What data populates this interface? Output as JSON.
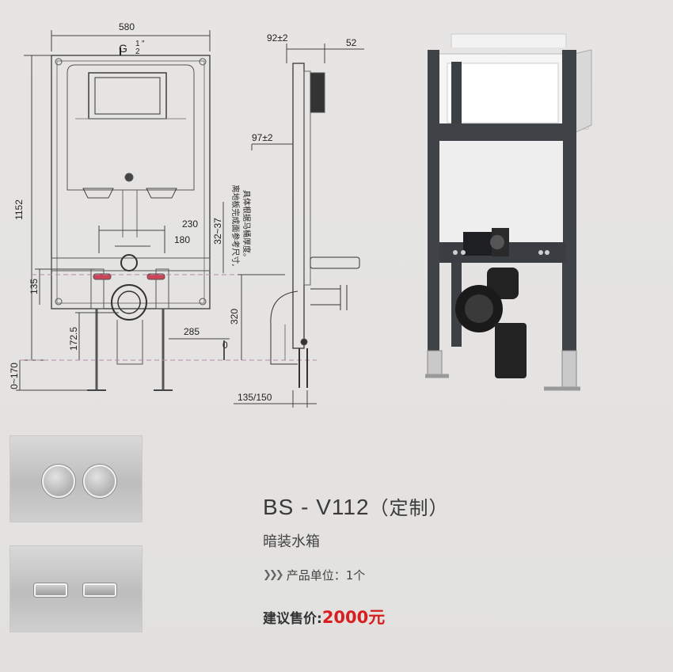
{
  "drawing": {
    "dims": {
      "width": "580",
      "pipe": "G",
      "pipe_num": "1",
      "pipe_den": "2",
      "pipe_inch": "″",
      "height": "1152",
      "d230": "230",
      "d180": "180",
      "d135": "135",
      "d1725": "172.5",
      "d285": "285",
      "d0170": "0~170",
      "d92": "92±2",
      "d52": "52",
      "d97": "97±2",
      "d3237": "32~37",
      "d320": "320",
      "d0": "0",
      "d135150": "135/150"
    },
    "note_col1": "离地板完成面参考尺寸,",
    "note_col2": "具体根据马桶厚度。"
  },
  "product": {
    "model": "BS - V112",
    "custom": "（定制）",
    "subtitle": "暗装水箱",
    "unit_label": "产品单位：1个",
    "price_label": "建议售价:",
    "price_value": "2000元"
  },
  "icons": {
    "chevron": "double-chevron-right-icon",
    "round_buttons": "round-flush-buttons",
    "rect_buttons": "rect-flush-buttons"
  }
}
